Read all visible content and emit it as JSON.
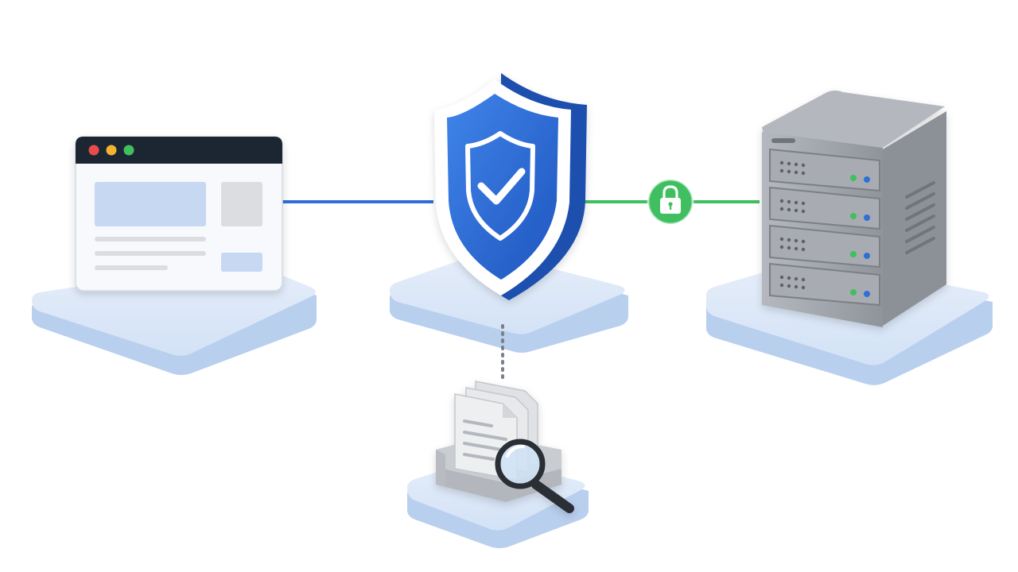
{
  "colors": {
    "background": "#ffffff",
    "platform_top": "#dbe8f8",
    "platform_side": "#b9cfee",
    "link_browser_proxy": "#2f6fd6",
    "link_proxy_server": "#3fbf5f",
    "audit_link": "#7a8089",
    "shield_blue": "#2f6fd6",
    "shield_blue_dark": "#1f4fae",
    "lock_green": "#3fbf5f",
    "server_gray": "#9ea3aa",
    "window_titlebar": "#1f2533",
    "dot_red": "#e94b4b",
    "dot_yellow": "#f2b233",
    "dot_green": "#3fbf5f",
    "led_green": "#3fbf5f",
    "led_blue": "#2f6fd6"
  },
  "nodes": [
    {
      "id": "browser",
      "icon": "browser-window-icon"
    },
    {
      "id": "proxy",
      "icon": "shield-check-icon"
    },
    {
      "id": "server",
      "icon": "server-rack-icon"
    },
    {
      "id": "logs",
      "icon": "document-search-icon"
    }
  ],
  "links": [
    {
      "from": "browser",
      "to": "proxy",
      "style": "solid",
      "color_key": "link_browser_proxy"
    },
    {
      "from": "proxy",
      "to": "server",
      "style": "solid",
      "color_key": "link_proxy_server",
      "badge_icon": "padlock-icon"
    },
    {
      "from": "proxy",
      "to": "logs",
      "style": "dotted",
      "color_key": "audit_link"
    }
  ]
}
